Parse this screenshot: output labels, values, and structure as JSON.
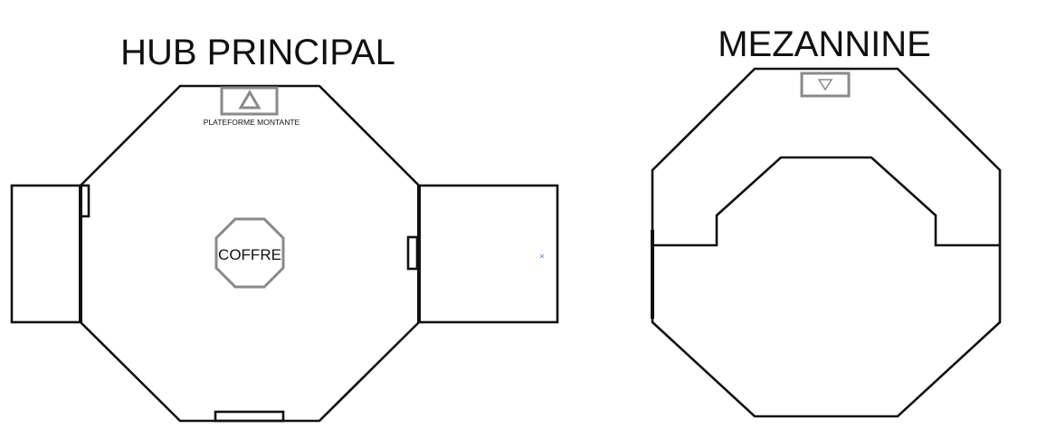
{
  "hub": {
    "title": "HUB PRINCIPAL",
    "platform_label": "PLATEFORME MONTANTE",
    "platform_icon": "triangle-up-icon",
    "chest_label": "COFFRE"
  },
  "mezzanine": {
    "title": "MEZANNINE",
    "platform_icon": "triangle-down-icon"
  },
  "markers": {
    "small_cross": "×",
    "cross_color": "#3a6fd8"
  },
  "colors": {
    "wall": "#111111",
    "gray": "#8a8a8a"
  }
}
